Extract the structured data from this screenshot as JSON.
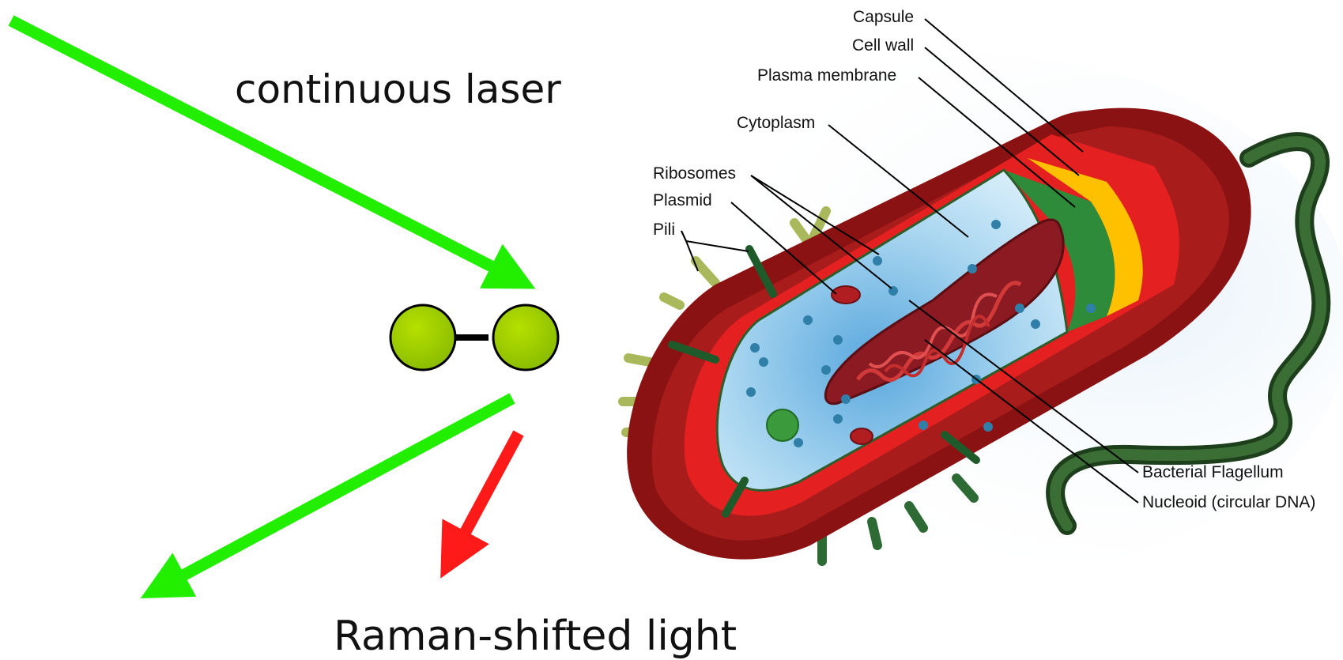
{
  "captions": {
    "laser": "continuous laser",
    "raman": "Raman-shifted light"
  },
  "cell_labels": {
    "capsule": "Capsule",
    "cell_wall": "Cell wall",
    "plasma_membrane": "Plasma membrane",
    "cytoplasm": "Cytoplasm",
    "ribosomes": "Ribosomes",
    "plasmid": "Plasmid",
    "pili": "Pili",
    "flagellum": "Bacterial Flagellum",
    "nucleoid": "Nucleoid (circular DNA)"
  },
  "colors": {
    "laser_green": "#22ee00",
    "raman_red": "#ff1a1a",
    "molecule": "#99cc00",
    "capsule_dark": "#8b1212",
    "cell_wall": "#e52020",
    "membrane_yellow": "#ffc000",
    "membrane_green": "#2e8b3a",
    "cytoplasm": "#a9d6f0",
    "flagellum": "#2f5a2a"
  }
}
